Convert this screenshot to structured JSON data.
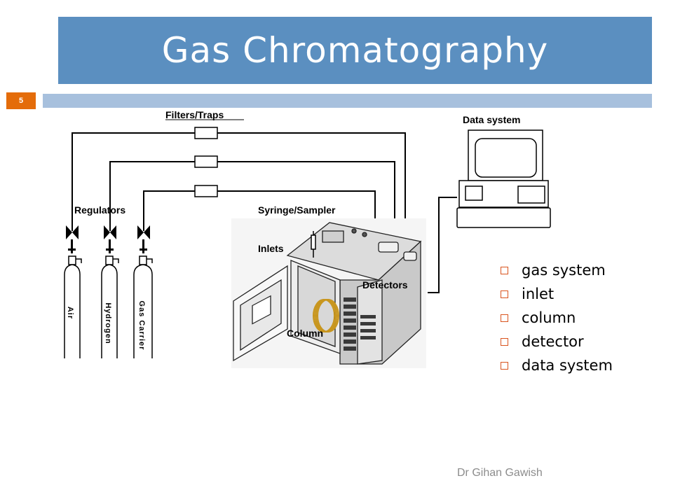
{
  "slide": {
    "title": "Gas Chromatography",
    "number": "5",
    "footer": "Dr Gihan Gawish"
  },
  "diagram": {
    "labels": {
      "filters": "Filters/Traps",
      "data_system": "Data system",
      "regulators": "Regulators",
      "syringe": "Syringe/Sampler",
      "inlets": "Inlets",
      "detectors": "Detectors",
      "column": "Column"
    },
    "cylinders": [
      "Air",
      "Hydrogen",
      "Gas Carrier"
    ]
  },
  "bullets": [
    "gas system",
    "inlet",
    "column",
    "detector",
    "data system"
  ],
  "colors": {
    "title_bg": "#5b8fc0",
    "band": "#a7c0dd",
    "slide_number_bg": "#e46c0a",
    "bullet_box": "#d9541e",
    "column_coil": "#c8961e"
  }
}
